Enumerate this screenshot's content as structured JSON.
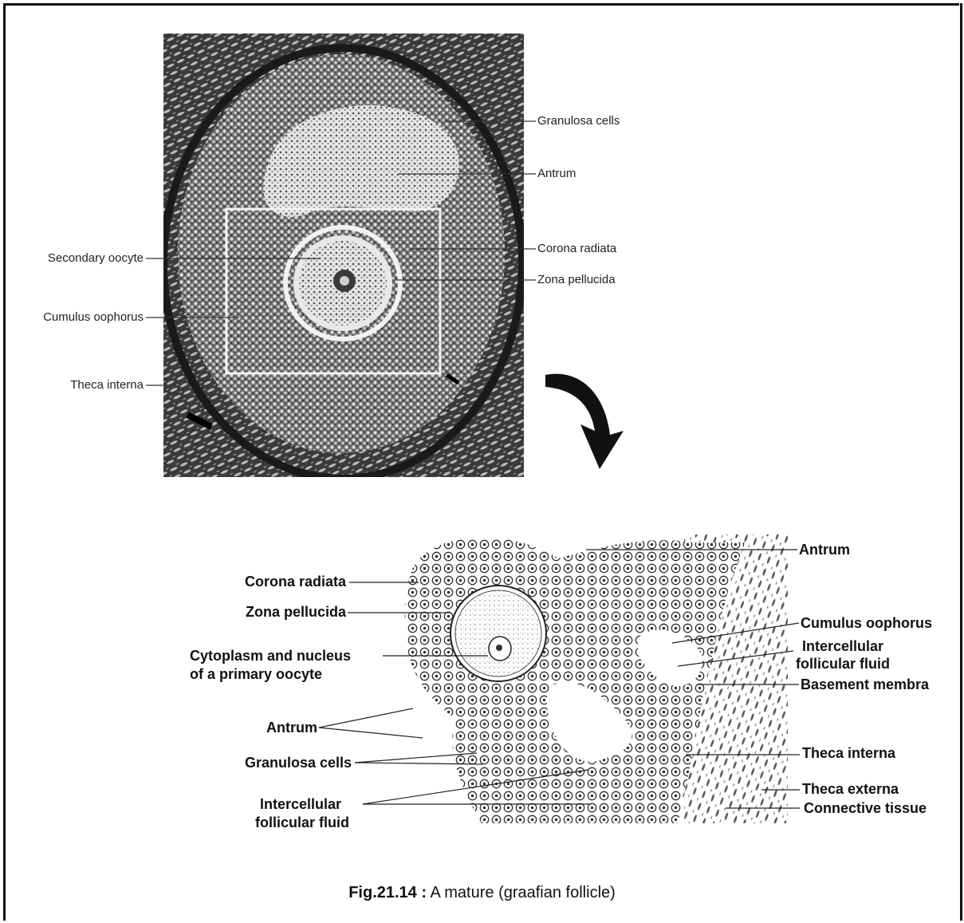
{
  "micrograph": {
    "labels": {
      "granulosa_cells": "Granulosa cells",
      "antrum": "Antrum",
      "corona_radiata": "Corona radiata",
      "zona_pellucida": "Zona pellucida",
      "secondary_oocyte": "Secondary oocyte",
      "cumulus_oophorus": "Cumulus oophorus",
      "theca_interna": "Theca interna"
    }
  },
  "drawing": {
    "labels": {
      "antrum_top": "Antrum",
      "corona_radiata": "Corona radiata",
      "zona_pellucida": "Zona pellucida",
      "cytoplasm_line1": "Cytoplasm and nucleus",
      "cytoplasm_line2": "of a primary oocyte",
      "antrum_left": "Antrum",
      "granulosa_cells": "Granulosa cells",
      "intercellular_left_line1": "Intercellular",
      "intercellular_left_line2": "follicular fluid",
      "cumulus_oophorus": "Cumulus oophorus",
      "intercellular_right_line1": "Intercellular",
      "intercellular_right_line2": "follicular fluid",
      "basement_membrane": "Basement membra",
      "theca_interna": "Theca interna",
      "theca_externa": "Theca externa",
      "connective_tissue": "Connective tissue"
    }
  },
  "caption": {
    "figure_number": "Fig.21.14 :",
    "text": "A mature (graafian follicle)"
  }
}
